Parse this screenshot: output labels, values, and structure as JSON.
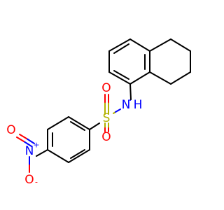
{
  "molecule": {
    "atoms": {
      "sulfur": "S",
      "oxygen_top": "O",
      "oxygen_bottom": "O",
      "amine_n": "N",
      "amine_h": "H",
      "nitro_n": "N",
      "nitro_n_charge": "+",
      "nitro_o_left": "O",
      "nitro_o_bottom": "O",
      "nitro_o_charge": "-"
    },
    "colors": {
      "bond": "#000000",
      "oxygen": "#ff0000",
      "nitrogen": "#0000ff",
      "sulfur": "#b2b200"
    }
  }
}
